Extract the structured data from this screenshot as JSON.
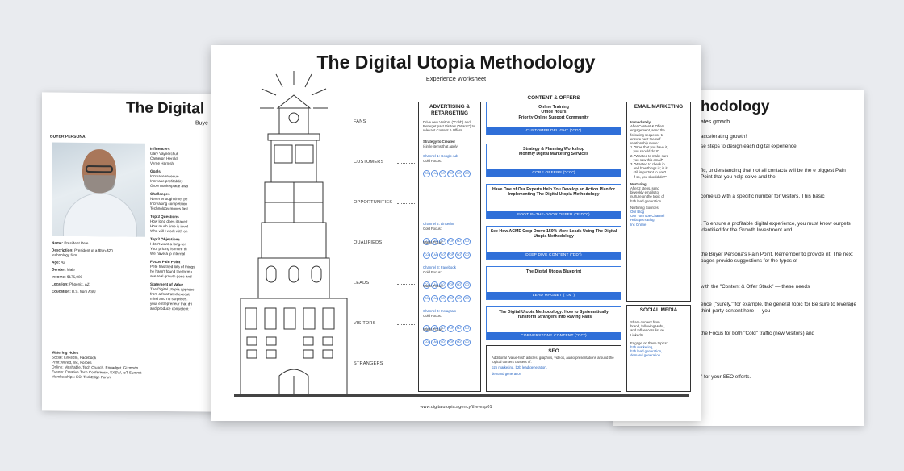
{
  "left_page": {
    "title": "The Digital",
    "subtitle": "Buye",
    "section": "BUYER PERSONA",
    "fields": [
      {
        "label": "Name:",
        "value": "President Pete"
      },
      {
        "label": "Description:",
        "value": "President of a $5m-$20"
      },
      {
        "label": "",
        "value": "technology firm"
      },
      {
        "label": "Age:",
        "value": "42"
      },
      {
        "label": "Gender:",
        "value": "Male"
      },
      {
        "label": "Income:",
        "value": "$175,000"
      },
      {
        "label": "Location:",
        "value": "Phoenix, AZ"
      },
      {
        "label": "Education:",
        "value": "B.S. from ASU"
      }
    ],
    "watering_holes": {
      "heading": "Watering Holes",
      "items": [
        "Social: LinkedIn, Facebook",
        "Print: Wired, Inc, Forbes",
        "Online: Mashable, Tech Crunch, Engadget, Gizmodo",
        "Events: Creative Tech Conference, SXSW, IoT Summit",
        "Memberships: EO, TechEdge Forum"
      ]
    },
    "col2": [
      {
        "h": "Influencers",
        "items": [
          "Gary Vaynerchuk",
          "Cameron Herold",
          "Verne Harnish"
        ]
      },
      {
        "h": "Goals",
        "items": [
          "Increase revenue",
          "Increase profitability",
          "Grow marketplace awa"
        ]
      },
      {
        "h": "Challenges",
        "items": [
          "Never enough time, pe",
          "Increasing competition",
          "Technology moves fast"
        ]
      },
      {
        "h": "Top 3 Questions",
        "items": [
          "How long does it take t",
          "How much time is invol",
          "Who will I work with on"
        ]
      },
      {
        "h": "Top 3 Objections",
        "items": [
          "I don't want a long-ter",
          "Your pricing is more th",
          "We have a ip internal"
        ]
      },
      {
        "h": "Focus Pain Point",
        "items": [
          "Pete has tried lots of things",
          "he hasn't found the formu",
          "see real growth goes and"
        ]
      },
      {
        "h": "Statement of Value",
        "items": [
          "The Digital Utopia approac",
          "from a frustrated executi",
          "mind and no surprises.",
          "your entrepreneur that dri",
          "and produce consistent r"
        ]
      }
    ]
  },
  "right_page": {
    "title": "hodology",
    "subtitle": "ates growth.",
    "paragraphs": [
      "accelerating growth!",
      "se steps to design each digital experience:",
      "fic, understanding that not all contacts will be the e biggest Pain Point that you help solve and the",
      "come up with a specific number for Visitors. This basic",
      ". To ensure a profitable digital experience, you must know ourgets identified for the Growth Investment and",
      "the Buyer Persona's Pain Point. Remember to provide nt. The next pages provide suggestions for the types of",
      "with the \"Content & Offer Stack\" — these needs",
      "ence (\"surely,\" for example, the general topic for Be sure to leverage third-party content here — you",
      "the Focus for both \"Cold\" traffic (new Visitors) and",
      "\" for your SEO efforts."
    ]
  },
  "center_page": {
    "title": "The Digital Utopia Methodology",
    "subtitle": "Experience Worksheet",
    "footer": "www.digitalutopia.agency/the-exp01",
    "stages": [
      "FANS",
      "CUSTOMERS",
      "OPPORTUNITIES",
      "QUALIFIEDS",
      "LEADS",
      "VISITORS",
      "STRANGERS"
    ],
    "advertising": {
      "heading": "ADVERTISING & RETARGETING",
      "intro": "Drive new Visitors (\"Cold\") and Retarget past Visitors (\"Warm\") to relevant Content & Offers.",
      "strategy_label": "Strategy to Created",
      "strategy_note": "(circle items that apply)",
      "channels": [
        {
          "name": "Channel 1: Google Ads",
          "cold": "Cold Focus:",
          "warm": ""
        },
        {
          "name": "Channel 2: LinkedIn",
          "cold": "Cold Focus:",
          "warm": "Warm Focus:"
        },
        {
          "name": "Channel 3: Facebook",
          "cold": "Cold Focus:",
          "warm": "Warm Focus:"
        },
        {
          "name": "Channel 4: Instagram",
          "cold": "Cold Focus:",
          "warm": "Warm Focus:"
        }
      ],
      "circle_codes": [
        "CO",
        "LM",
        "SO",
        "POF",
        "HO",
        "CO"
      ]
    },
    "content_heading": "CONTENT & OFFERS",
    "offers": [
      {
        "title": "Online Training\nOffice Hours\nPriority Online Support Community",
        "bar": "CUSTOMER DELIGHT (\"CD\")"
      },
      {
        "title": "Strategy & Planning Workshop\nMonthly Digital Marketing Services",
        "bar": "CORE OFFERS (\"CO\")"
      },
      {
        "title": "Have One of Our Experts Help You Develop an Action Plan for Implementing The Digital Utopia Methodology",
        "bar": "FOOT IN-THE-DOOR OFFER (\"FIDO\")"
      },
      {
        "title": "See How ACME Corp Drove 150% More Leads Using The Digital Utopia Methodology",
        "bar": "DEEP DIVE CONTENT (\"DD\")"
      },
      {
        "title": "The Digital Utopia Blueprint",
        "bar": "LEAD MAGNET (\"LM\")"
      },
      {
        "title": "The Digital Utopia Methodology: How to Systematically Transform Strangers into Raving Fans",
        "bar": "CORNERSTONE CONTENT (\"CC\")"
      }
    ],
    "seo": {
      "heading": "SEO",
      "text": "Additional \"value-first\" articles, graphics, videos, audio presentations around the topical content clusters of:",
      "links": [
        "b2b marketing, b2b lead generation,",
        "demand generation"
      ]
    },
    "email": {
      "heading": "EMAIL MARKETING",
      "sub": "Immediately",
      "lines": [
        "After Content & Offers",
        "engagement, send the",
        "following sequence to",
        "ensure next the self",
        "relationship move:",
        "1. \"Now that you have it,",
        "   you should do X\"",
        "2. \"Wanted to make sure",
        "   you saw this email\"",
        "3. \"Wanted to check in",
        "   and how things is; is it",
        "   still important to you?",
        "   If so, you should do?\""
      ],
      "nurturing_h": "Nurturing",
      "nurturing": [
        "After 2 steps, send",
        "biweekly emails to",
        "nurture on the topic of",
        "b2b lead generation."
      ],
      "sources_h": "Nurturing Sources:",
      "sources": [
        "Our Blog",
        "Our YouTube Channel",
        "HubSpot's Blog",
        "Inc Online"
      ]
    },
    "social": {
      "heading": "SOCIAL MEDIA",
      "lines": [
        "Share content from",
        "brand, following Hubs,",
        "and Influencers list on",
        "LinkedIn.",
        "",
        "Engage on these topics:",
        "b2b marketing,",
        "b2b lead generation,",
        "demand generation"
      ]
    }
  }
}
